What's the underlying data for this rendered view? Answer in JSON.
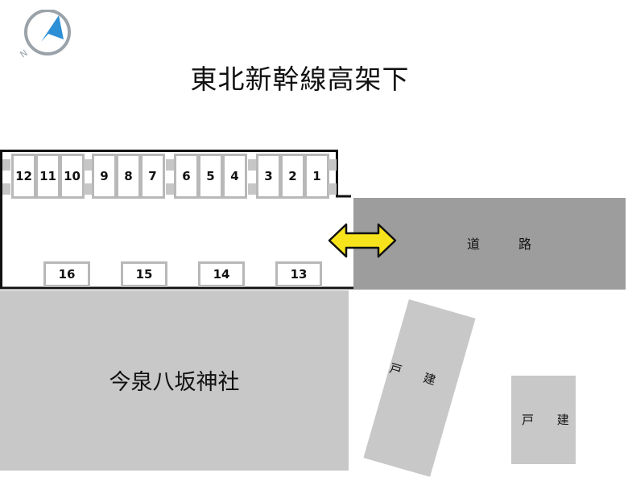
{
  "map": {
    "title": "東北新幹線高架下",
    "road_label": "道　路",
    "shrine_label": "今泉八坂神社",
    "house_label": "戸 建",
    "compass_letter": "N",
    "colors": {
      "road": "#9d9d9d",
      "building": "#c8c8c8",
      "arrow_fill": "#f7e31c",
      "compass": "#2d8fd6"
    },
    "top_stalls": [
      {
        "number": "12"
      },
      {
        "number": "11"
      },
      {
        "number": "10"
      },
      {
        "number": "9"
      },
      {
        "number": "8"
      },
      {
        "number": "7"
      },
      {
        "number": "6"
      },
      {
        "number": "5"
      },
      {
        "number": "4"
      },
      {
        "number": "3"
      },
      {
        "number": "2"
      },
      {
        "number": "1"
      }
    ],
    "bottom_stalls": [
      {
        "number": "16"
      },
      {
        "number": "15"
      },
      {
        "number": "14"
      },
      {
        "number": "13"
      }
    ]
  }
}
